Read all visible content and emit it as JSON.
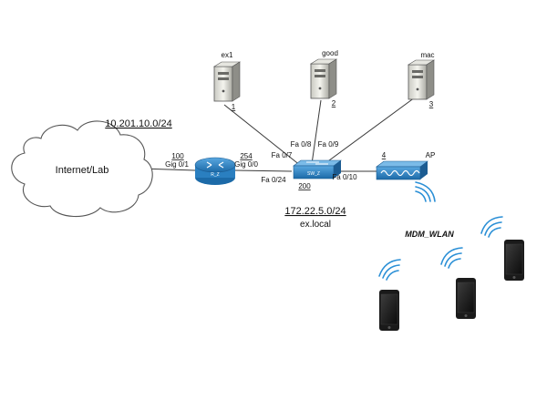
{
  "cloud": {
    "label": "Internet/Lab"
  },
  "subnets": {
    "wan": "10.201.10.0/24",
    "lan": "172.22.5.0/24",
    "domain": "ex.local"
  },
  "router": {
    "name": "R_Z",
    "wan_host": "100",
    "wan_port": "Gig 0/1",
    "lan_host": "254",
    "lan_port": "Gig 0/0"
  },
  "switch": {
    "name": "SW_Z",
    "host": "200",
    "ports": {
      "router": "Fa 0/24",
      "ex1": "Fa 0/7",
      "good": "Fa 0/8",
      "mac": "Fa 0/9",
      "ap": "Fa 0/10"
    }
  },
  "servers": [
    {
      "name": "ex1",
      "host": "1"
    },
    {
      "name": "good",
      "host": "2"
    },
    {
      "name": "mac",
      "host": "3"
    }
  ],
  "ap": {
    "name": "AP",
    "host": "4"
  },
  "wlan": {
    "ssid": "MDM_WLAN"
  },
  "colors": {
    "device_blue": "#2a7fc0",
    "link": "#3a3a3a",
    "phone_body": "#1a1a1a",
    "wifi_wave": "#2a8fd6"
  }
}
